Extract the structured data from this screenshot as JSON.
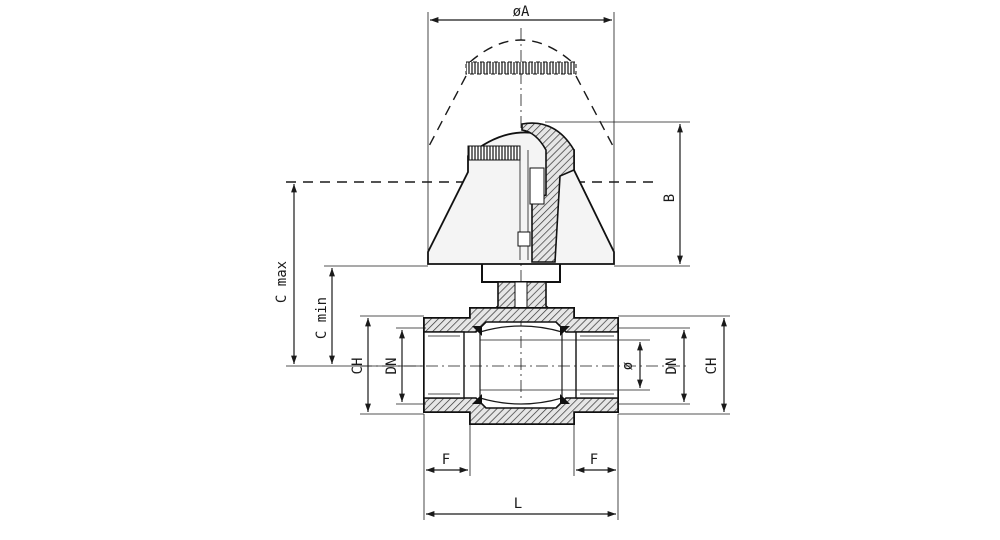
{
  "diagram": {
    "labels": {
      "dia_a": "øA",
      "b": "B",
      "c_max": "C max",
      "c_min": "C min",
      "ch_left": "CH",
      "dn_left": "DN",
      "dia": "ø",
      "dn_right": "DN",
      "ch_right": "CH",
      "f_left": "F",
      "f_right": "F",
      "l": "L"
    }
  }
}
